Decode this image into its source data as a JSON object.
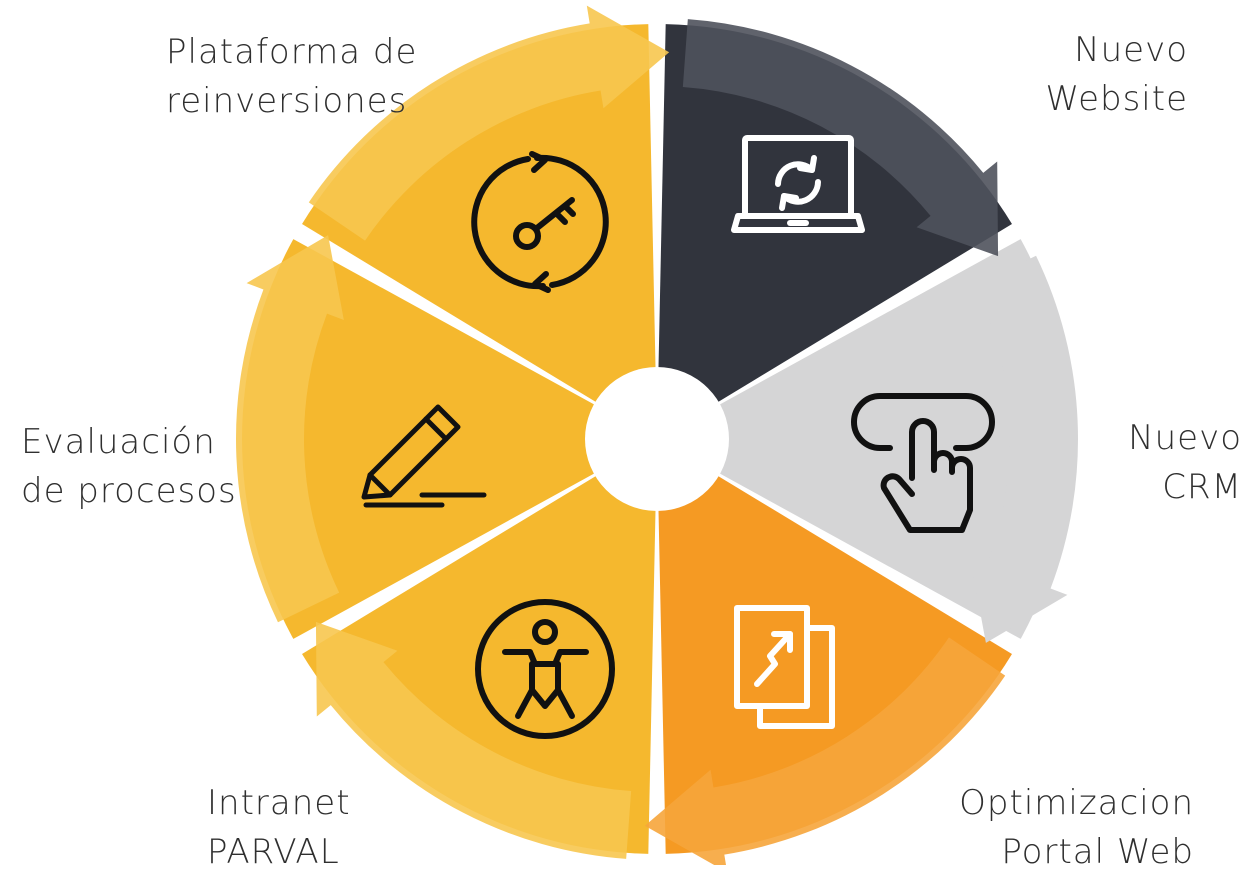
{
  "segments": [
    {
      "id": "website",
      "label_lines": [
        "Nuevo",
        "Website"
      ],
      "icon": "laptop-sync-icon",
      "color": "#31343d",
      "arrow_color": "#4f525c"
    },
    {
      "id": "crm",
      "label_lines": [
        "Nuevo",
        "CRM"
      ],
      "icon": "touch-button-icon",
      "color": "#d5d5d6",
      "arrow_color": "#d5d5d6"
    },
    {
      "id": "portal",
      "label_lines": [
        "Optimizacion",
        "Portal Web"
      ],
      "icon": "growth-document-icon",
      "color": "#f59a23",
      "arrow_color": "#f6a53b"
    },
    {
      "id": "intranet",
      "label_lines": [
        "Intranet",
        "PARVAL"
      ],
      "icon": "person-circle-icon",
      "color": "#f5b82e",
      "arrow_color": "#f7c64f"
    },
    {
      "id": "evaluacion",
      "label_lines": [
        "Evaluación",
        "de procesos"
      ],
      "icon": "pen-edit-icon",
      "color": "#f5b82e",
      "arrow_color": "#f7c64f"
    },
    {
      "id": "reinversiones",
      "label_lines": [
        "Plataforma de",
        "reinversiones"
      ],
      "icon": "key-cycle-icon",
      "color": "#f5b82e",
      "arrow_color": "#f7c64f"
    }
  ],
  "center_color": "#ffffff",
  "icon_color": "#111111",
  "icon_color_light": "#ffffff"
}
